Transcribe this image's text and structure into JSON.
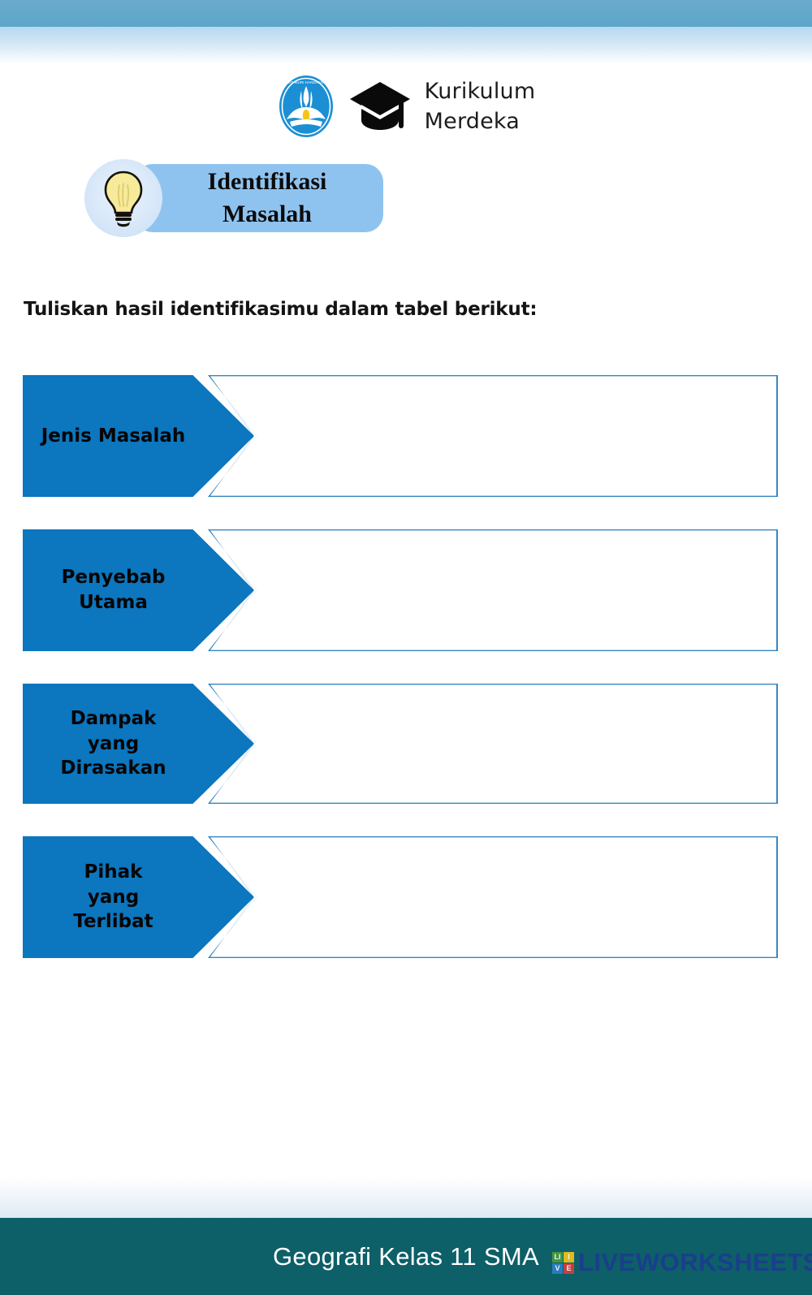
{
  "header": {
    "kemendikbud_logo": "tut-wuri-handayani-logo",
    "cap_icon": "graduation-cap-icon",
    "curriculum_label": "Kurikulum\nMerdeka"
  },
  "badge": {
    "icon": "lightbulb-icon",
    "title": "Identifikasi\nMasalah",
    "pill_color": "#8fc3ef",
    "circle_color": "#d7e7f8"
  },
  "instruction": "Tuliskan hasil identifikasimu dalam tabel berikut:",
  "table": {
    "accent_color": "#0c76be",
    "outline_color": "#3686c1",
    "rows": [
      {
        "label": "Jenis Masalah",
        "answer": "",
        "placeholder": ""
      },
      {
        "label": "Penyebab\nUtama",
        "answer": "",
        "placeholder": ""
      },
      {
        "label": "Dampak\nyang\nDirasakan",
        "answer": "",
        "placeholder": ""
      },
      {
        "label": "Pihak\nyang\nTerlibat",
        "answer": "",
        "placeholder": ""
      }
    ]
  },
  "footer": {
    "title": "Geografi Kelas 11 SMA",
    "bar_color": "#0d5f68",
    "watermark": {
      "cells": [
        "LI",
        "I",
        "V",
        "E"
      ],
      "cell_l": "LI",
      "cell_i": "I",
      "cell_v": "V",
      "cell_e": "E",
      "word": "LIVEWORKSHEETS"
    }
  }
}
